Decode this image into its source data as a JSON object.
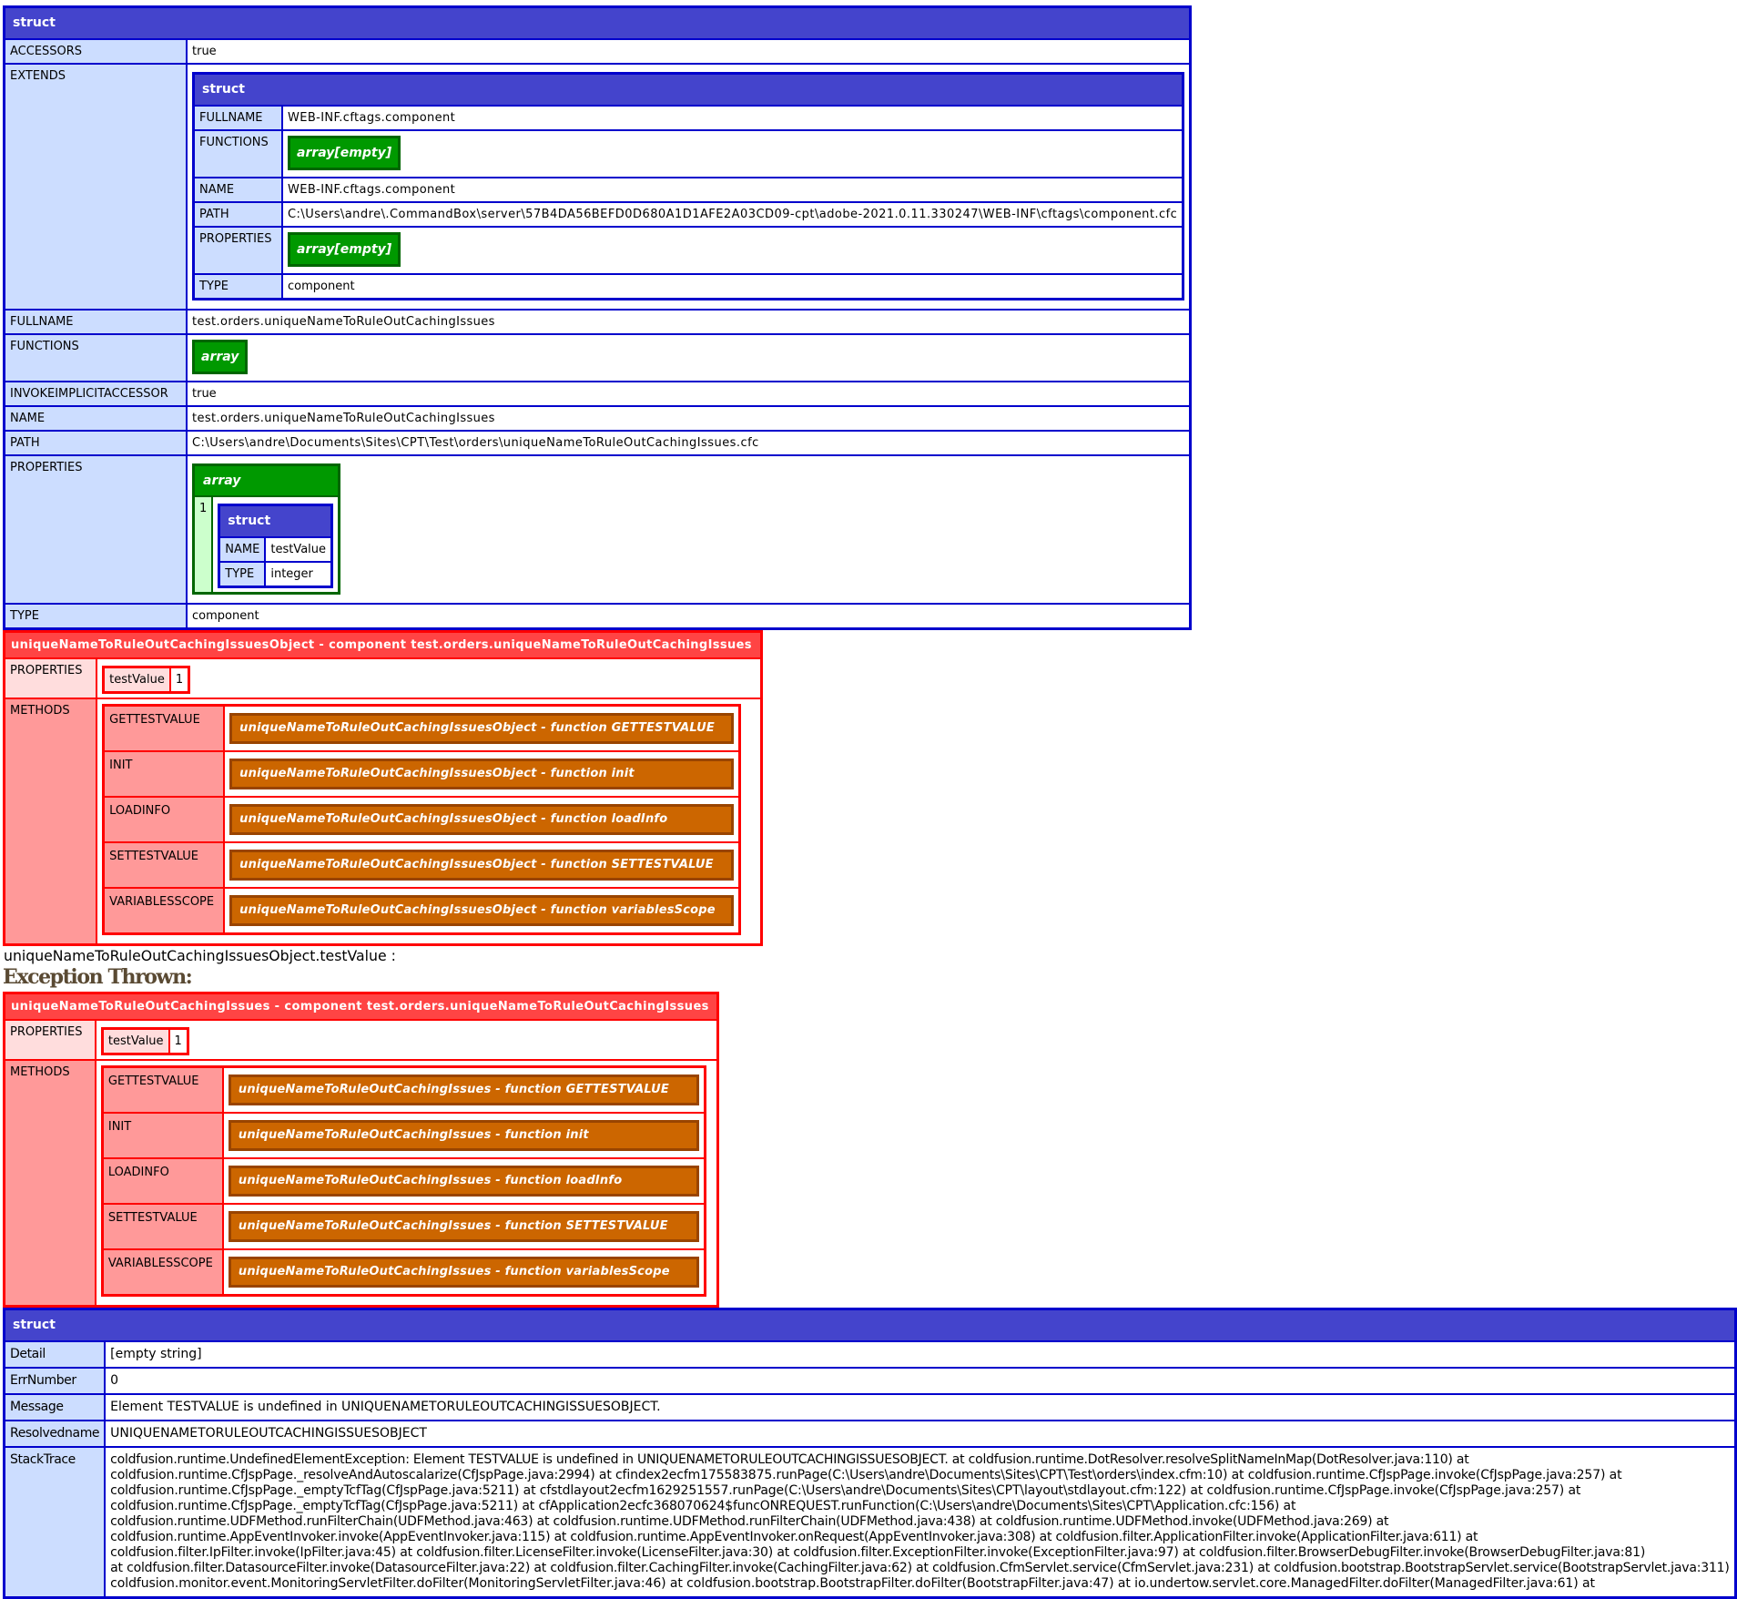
{
  "palette": {
    "struct_border": "#0000cc",
    "struct_header_bg": "#4444cc",
    "struct_key_bg": "#ccddff",
    "array_border": "#006600",
    "array_header_bg": "#009900",
    "array_index_bg": "#ccffcc",
    "component_border": "#ff0000",
    "component_header_bg": "#ff4444",
    "component_properties_key_bg": "#ffdddd",
    "component_methods_key_bg": "#ff9999",
    "function_border": "#994400",
    "function_header_bg": "#cc6600",
    "header_text": "#ffffff",
    "body_text": "#000000",
    "exception_heading_text": "#5a4a33",
    "page_bg": "#ffffff"
  },
  "dump_top": {
    "type_label": "struct",
    "rows": {
      "accessors": {
        "key": "ACCESSORS",
        "value": "true"
      },
      "extends": {
        "key": "EXTENDS",
        "struct": {
          "type_label": "struct",
          "rows": {
            "fullname": {
              "key": "FULLNAME",
              "value": "WEB-INF.cftags.component"
            },
            "functions": {
              "key": "FUNCTIONS",
              "array_label": "array[empty]"
            },
            "name": {
              "key": "NAME",
              "value": "WEB-INF.cftags.component"
            },
            "path": {
              "key": "PATH",
              "value": "C:\\Users\\andre\\.CommandBox\\server\\57B4DA56BEFD0D680A1D1AFE2A03CD09-cpt\\adobe-2021.0.11.330247\\WEB-INF\\cftags\\component.cfc"
            },
            "properties": {
              "key": "PROPERTIES",
              "array_label": "array[empty]"
            },
            "type": {
              "key": "TYPE",
              "value": "component"
            }
          }
        }
      },
      "fullname": {
        "key": "FULLNAME",
        "value": "test.orders.uniqueNameToRuleOutCachingIssues"
      },
      "functions": {
        "key": "FUNCTIONS",
        "array_label": "array"
      },
      "invokeimplicitaccessor": {
        "key": "INVOKEIMPLICITACCESSOR",
        "value": "true"
      },
      "name": {
        "key": "NAME",
        "value": "test.orders.uniqueNameToRuleOutCachingIssues"
      },
      "path": {
        "key": "PATH",
        "value": "C:\\Users\\andre\\Documents\\Sites\\CPT\\Test\\orders\\uniqueNameToRuleOutCachingIssues.cfc"
      },
      "properties": {
        "key": "PROPERTIES",
        "array": {
          "type_label": "array",
          "items": [
            {
              "index": "1",
              "struct": {
                "type_label": "struct",
                "rows": {
                  "name": {
                    "key": "NAME",
                    "value": "testValue"
                  },
                  "type": {
                    "key": "TYPE",
                    "value": "integer"
                  }
                }
              }
            }
          ]
        }
      },
      "type": {
        "key": "TYPE",
        "value": "component"
      }
    }
  },
  "component_object": {
    "title": "uniqueNameToRuleOutCachingIssuesObject - component test.orders.uniqueNameToRuleOutCachingIssues",
    "properties_key": "PROPERTIES",
    "properties": [
      {
        "name": "testValue",
        "value": "1"
      }
    ],
    "methods_key": "METHODS",
    "methods": [
      {
        "name": "GETTESTVALUE",
        "title": "uniqueNameToRuleOutCachingIssuesObject - function GETTESTVALUE"
      },
      {
        "name": "INIT",
        "title": "uniqueNameToRuleOutCachingIssuesObject - function init"
      },
      {
        "name": "LOADINFO",
        "title": "uniqueNameToRuleOutCachingIssuesObject - function loadInfo"
      },
      {
        "name": "SETTESTVALUE",
        "title": "uniqueNameToRuleOutCachingIssuesObject - function SETTESTVALUE"
      },
      {
        "name": "VARIABLESSCOPE",
        "title": "uniqueNameToRuleOutCachingIssuesObject - function variablesScope"
      }
    ]
  },
  "note_line": "uniqueNameToRuleOutCachingIssuesObject.testValue :",
  "exception_heading": "Exception Thrown:",
  "component_class": {
    "title": "uniqueNameToRuleOutCachingIssues - component test.orders.uniqueNameToRuleOutCachingIssues",
    "properties_key": "PROPERTIES",
    "properties": [
      {
        "name": "testValue",
        "value": "1"
      }
    ],
    "methods_key": "METHODS",
    "methods": [
      {
        "name": "GETTESTVALUE",
        "title": "uniqueNameToRuleOutCachingIssues - function GETTESTVALUE"
      },
      {
        "name": "INIT",
        "title": "uniqueNameToRuleOutCachingIssues - function init"
      },
      {
        "name": "LOADINFO",
        "title": "uniqueNameToRuleOutCachingIssues - function loadInfo"
      },
      {
        "name": "SETTESTVALUE",
        "title": "uniqueNameToRuleOutCachingIssues - function SETTESTVALUE"
      },
      {
        "name": "VARIABLESSCOPE",
        "title": "uniqueNameToRuleOutCachingIssues - function variablesScope"
      }
    ]
  },
  "dump_exception": {
    "type_label": "struct",
    "rows": {
      "detail": {
        "key": "Detail",
        "value": "[empty string]"
      },
      "errnumber": {
        "key": "ErrNumber",
        "value": "0"
      },
      "message": {
        "key": "Message",
        "value": "Element TESTVALUE is undefined in UNIQUENAMETORULEOUTCACHINGISSUESOBJECT."
      },
      "resolvedname": {
        "key": "Resolvedname",
        "value": "UNIQUENAMETORULEOUTCACHINGISSUESOBJECT"
      },
      "stacktrace": {
        "key": "StackTrace",
        "lines": [
          "coldfusion.runtime.UndefinedElementException: Element TESTVALUE is undefined in UNIQUENAMETORULEOUTCACHINGISSUESOBJECT. at coldfusion.runtime.DotResolver.resolveSplitNameInMap(DotResolver.java:110) at",
          "coldfusion.runtime.CfJspPage._resolveAndAutoscalarize(CfJspPage.java:2994) at cfindex2ecfm175583875.runPage(C:\\Users\\andre\\Documents\\Sites\\CPT\\Test\\orders\\index.cfm:10) at coldfusion.runtime.CfJspPage.invoke(CfJspPage.java:257) at",
          "coldfusion.runtime.CfJspPage._emptyTcfTag(CfJspPage.java:5211) at cfstdlayout2ecfm1629251557.runPage(C:\\Users\\andre\\Documents\\Sites\\CPT\\layout\\stdlayout.cfm:122) at coldfusion.runtime.CfJspPage.invoke(CfJspPage.java:257) at",
          "coldfusion.runtime.CfJspPage._emptyTcfTag(CfJspPage.java:5211) at cfApplication2ecfc368070624$funcONREQUEST.runFunction(C:\\Users\\andre\\Documents\\Sites\\CPT\\Application.cfc:156) at",
          "coldfusion.runtime.UDFMethod.runFilterChain(UDFMethod.java:463) at coldfusion.runtime.UDFMethod.runFilterChain(UDFMethod.java:438) at coldfusion.runtime.UDFMethod.invoke(UDFMethod.java:269) at",
          "coldfusion.runtime.AppEventInvoker.invoke(AppEventInvoker.java:115) at coldfusion.runtime.AppEventInvoker.onRequest(AppEventInvoker.java:308) at coldfusion.filter.ApplicationFilter.invoke(ApplicationFilter.java:611) at",
          "coldfusion.filter.IpFilter.invoke(IpFilter.java:45) at coldfusion.filter.LicenseFilter.invoke(LicenseFilter.java:30) at coldfusion.filter.ExceptionFilter.invoke(ExceptionFilter.java:97) at coldfusion.filter.BrowserDebugFilter.invoke(BrowserDebugFilter.java:81)",
          "at coldfusion.filter.DatasourceFilter.invoke(DatasourceFilter.java:22) at coldfusion.filter.CachingFilter.invoke(CachingFilter.java:62) at coldfusion.CfmServlet.service(CfmServlet.java:231) at coldfusion.bootstrap.BootstrapServlet.service(BootstrapServlet.java:311)",
          "coldfusion.monitor.event.MonitoringServletFilter.doFilter(MonitoringServletFilter.java:46) at coldfusion.bootstrap.BootstrapFilter.doFilter(BootstrapFilter.java:47) at io.undertow.servlet.core.ManagedFilter.doFilter(ManagedFilter.java:61) at"
        ]
      }
    }
  }
}
